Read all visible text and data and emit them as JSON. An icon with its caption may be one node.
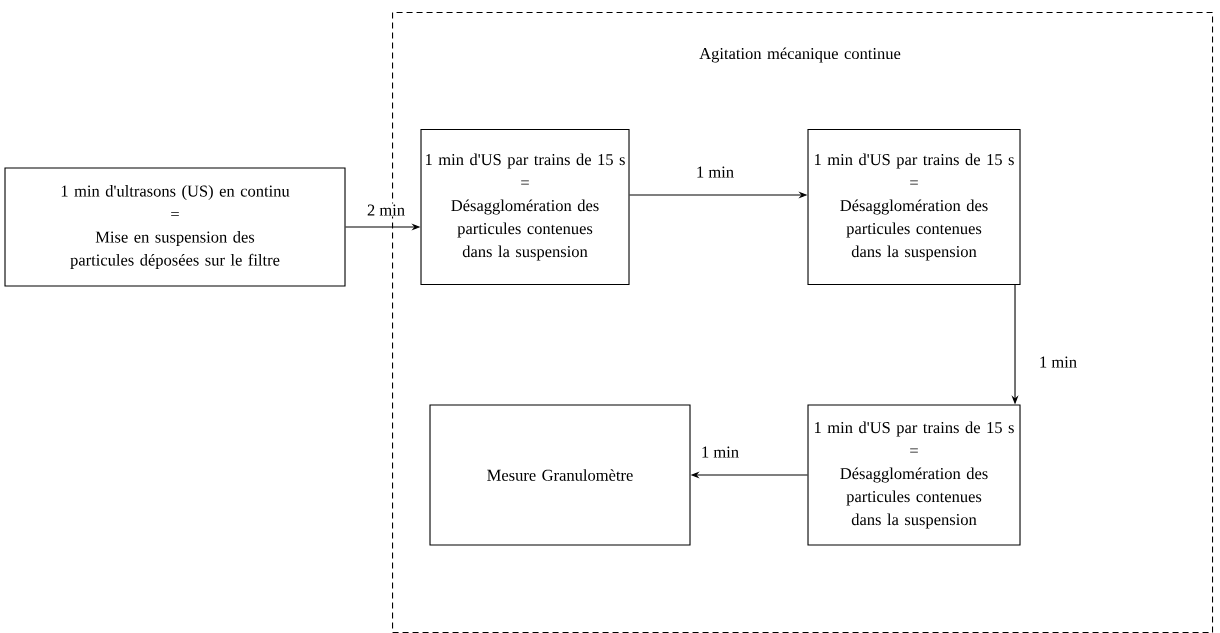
{
  "diagram": {
    "nodes": [
      {
        "text": [
          "1 min d'ultrasons (US) en continu",
          "=",
          "Mise en suspension des particules déposées sur le filtre"
        ]
      },
      {
        "text": [
          "Agitation mécanique continue"
        ]
      },
      {
        "text": [
          "1 min d'US par trains de 15 s",
          "=",
          "Désagglomération des particules contenues dans la suspension"
        ],
        "in": 1
      },
      {
        "text": [
          "1 min d'US par trains de 15 s",
          "=",
          "Désagglomération des particules contenues dans la suspension"
        ],
        "in": 1
      },
      {
        "text": [
          "1 min d'US par trains de 15 s",
          "=",
          "Désagglomération des particules contenues dans la suspension"
        ],
        "in": 1
      },
      {
        "text": [
          "Mesure Granulomètre"
        ],
        "in": 1
      }
    ],
    "edges": [
      {
        "from": 0,
        "to": 2,
        "arrow": "to",
        "label": "2 min"
      },
      {
        "from": 2,
        "to": 3,
        "arrow": "to",
        "label": "1 min"
      },
      {
        "from": 3,
        "to": 4,
        "arrow": "to",
        "label": "1 min"
      },
      {
        "from": 4,
        "to": 5,
        "arrow": "to",
        "label": "1 min"
      }
    ]
  }
}
